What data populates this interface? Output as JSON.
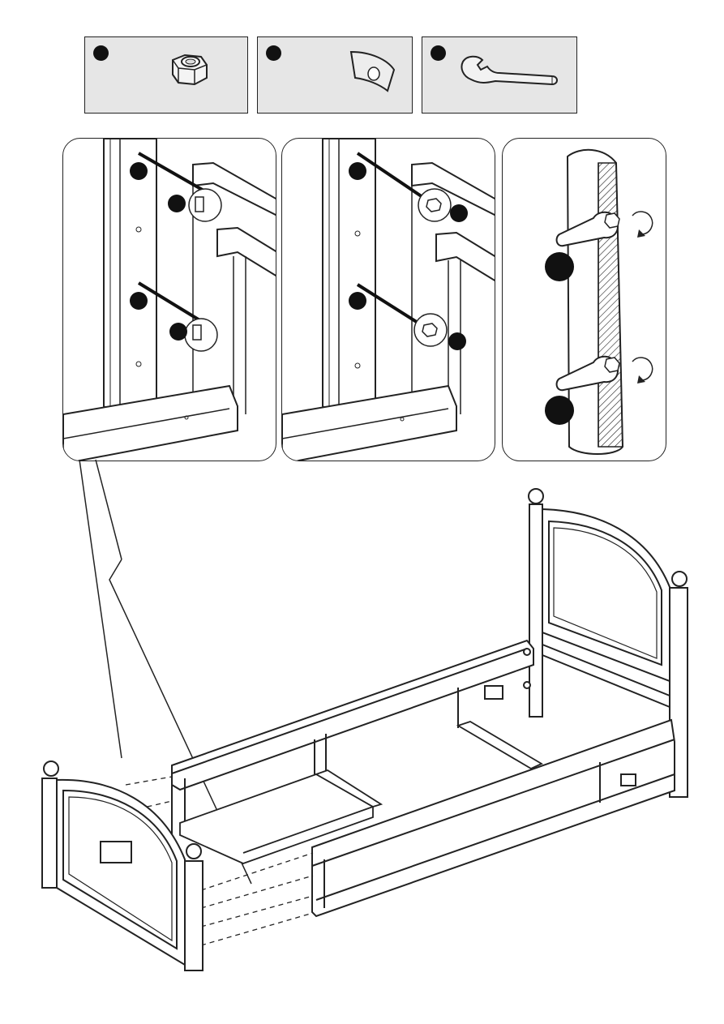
{
  "hardware": [
    {
      "icon": "hex-nut-icon"
    },
    {
      "icon": "curved-washer-icon"
    },
    {
      "icon": "open-wrench-icon"
    }
  ],
  "details": [
    {
      "view": "bolts-inserted"
    },
    {
      "view": "nuts-placed"
    },
    {
      "view": "nuts-tightened-clockwise"
    }
  ],
  "assembly": {
    "view": "bed-frame-exploded"
  }
}
